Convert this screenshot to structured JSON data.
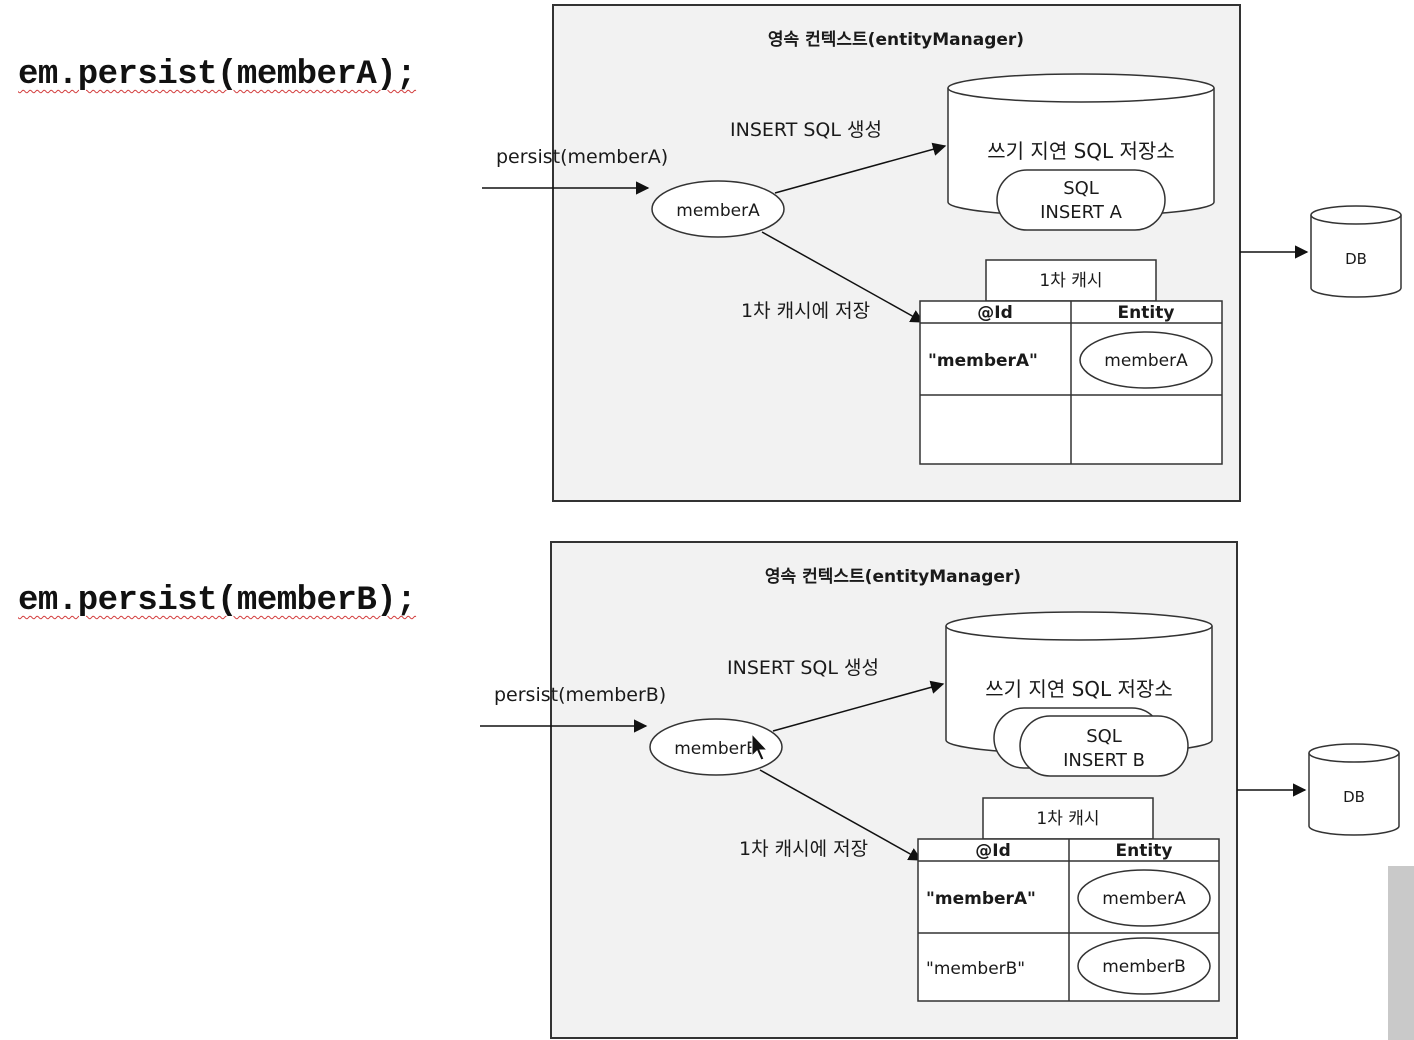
{
  "panels": [
    {
      "code": "em.persist(memberA);",
      "context_title": "영속 컨텍스트(entityManager)",
      "persist_label": "persist(memberA)",
      "entity_label": "memberA",
      "insert_label": "INSERT SQL 생성",
      "store_label": "쓰기 지연 SQL 저장소",
      "sql_line1": "SQL",
      "sql_line2": "INSERT A",
      "cache_save_label": "1차 캐시에 저장",
      "cache_title": "1차 캐시",
      "col_id": "@Id",
      "col_entity": "Entity",
      "rows": [
        {
          "id": "\"memberA\"",
          "entity": "memberA"
        }
      ],
      "db_label": "DB"
    },
    {
      "code": "em.persist(memberB);",
      "context_title": "영속 컨텍스트(entityManager)",
      "persist_label": "persist(memberB)",
      "entity_label": "memberB",
      "insert_label": "INSERT SQL 생성",
      "store_label": "쓰기 지연 SQL 저장소",
      "sql_line1": "SQL",
      "sql_line2": "INSERT B",
      "cache_save_label": "1차 캐시에 저장",
      "cache_title": "1차 캐시",
      "col_id": "@Id",
      "col_entity": "Entity",
      "rows": [
        {
          "id": "\"memberA\"",
          "entity": "memberA"
        },
        {
          "id": "\"memberB\"",
          "entity": "memberB"
        }
      ],
      "db_label": "DB"
    }
  ]
}
